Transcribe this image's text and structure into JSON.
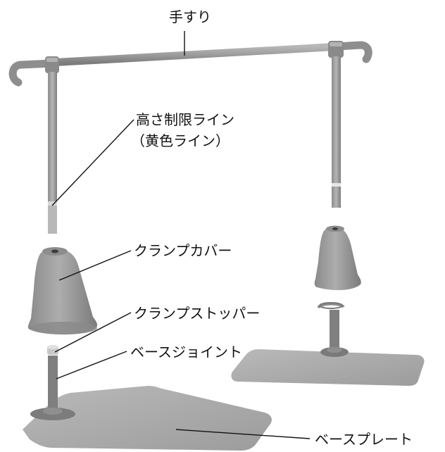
{
  "labels": {
    "handrail": "手すり",
    "height_limit_line_1": "高さ制限ライン",
    "height_limit_line_2": "（黄色ライン）",
    "clamp_cover": "クランプカバー",
    "clamp_stopper": "クランプストッパー",
    "base_joint": "ベースジョイント",
    "base_plate": "ベースプレート"
  },
  "colors": {
    "part_gray": "#9a9a9a",
    "part_dark": "#7a7a7a",
    "part_light": "#b8b8b8",
    "plate": "#a8a8a8",
    "leader": "#111111"
  }
}
